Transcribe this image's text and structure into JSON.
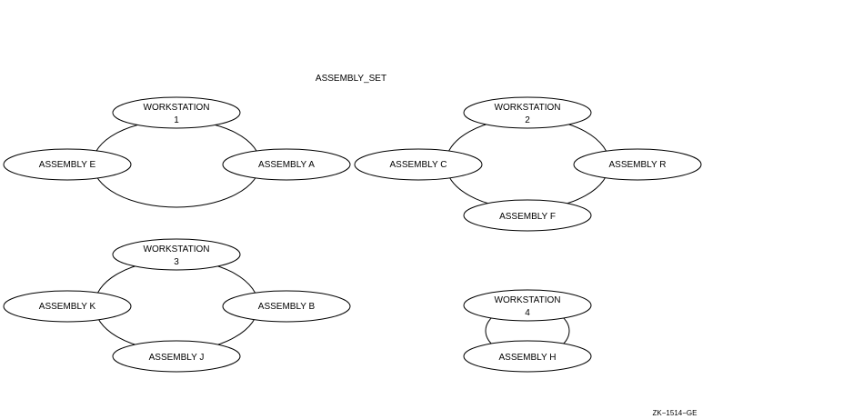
{
  "title": "ASSEMBLY_SET",
  "figure_id": "ZK−1514−GE",
  "groups": [
    {
      "workstation": {
        "label": "WORKSTATION",
        "number": "1"
      },
      "assemblies": [
        "ASSEMBLY E",
        "ASSEMBLY A"
      ]
    },
    {
      "workstation": {
        "label": "WORKSTATION",
        "number": "2"
      },
      "assemblies": [
        "ASSEMBLY C",
        "ASSEMBLY R",
        "ASSEMBLY F"
      ]
    },
    {
      "workstation": {
        "label": "WORKSTATION",
        "number": "3"
      },
      "assemblies": [
        "ASSEMBLY K",
        "ASSEMBLY B",
        "ASSEMBLY J"
      ]
    },
    {
      "workstation": {
        "label": "WORKSTATION",
        "number": "4"
      },
      "assemblies": [
        "ASSEMBLY H"
      ]
    }
  ]
}
